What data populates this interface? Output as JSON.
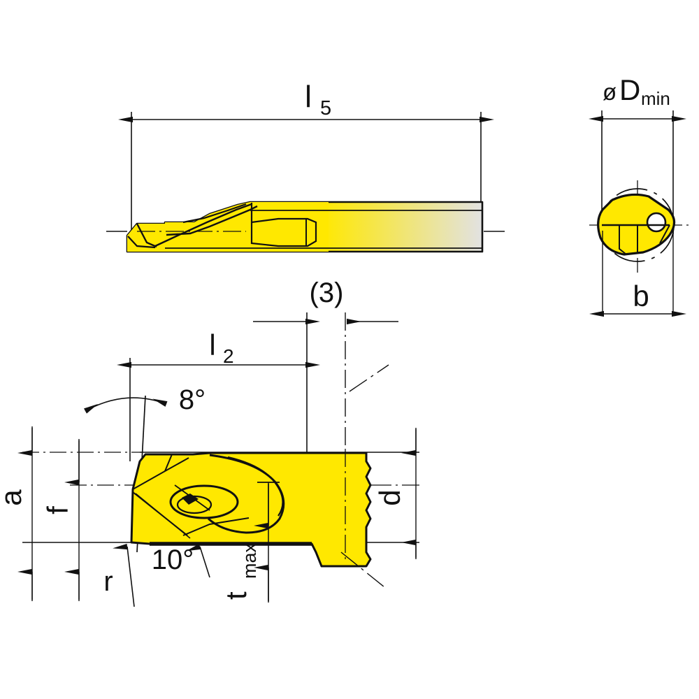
{
  "drawing": {
    "title": "Boring bar / grooving tool technical dimension drawing",
    "background_color": "#ffffff",
    "line_color": "#111111",
    "carbide_color": "#ffe800",
    "shank_color": "#e2e2e2",
    "views": [
      {
        "id": "side-view",
        "name": "Side view (l5)"
      },
      {
        "id": "end-view",
        "name": "End view (oD min / b)"
      },
      {
        "id": "detail-view",
        "name": "Cutting head detail view"
      }
    ]
  },
  "labels": {
    "l5": {
      "base": "l",
      "sub": "5"
    },
    "l2": {
      "base": "l",
      "sub": "2"
    },
    "d_min": {
      "prefix": "ø",
      "base": "D",
      "sub": "min"
    },
    "b": "b",
    "three": "(3)",
    "angle_8": "8°",
    "angle_10": "10°",
    "a": "a",
    "f": "f",
    "r": "r",
    "d": "d",
    "t_max": {
      "base": "t",
      "sub": "max"
    }
  }
}
